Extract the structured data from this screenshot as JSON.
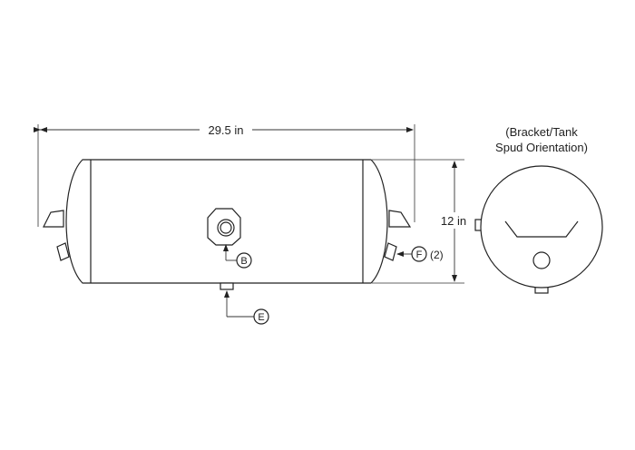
{
  "dimensions": {
    "length": "29.5 in",
    "diameter": "12 in"
  },
  "end_view": {
    "caption_line1": "(Bracket/Tank",
    "caption_line2": "Spud Orientation)"
  },
  "callouts": {
    "b": "B",
    "e": "E",
    "f": "F",
    "f_qty": "(2)"
  }
}
